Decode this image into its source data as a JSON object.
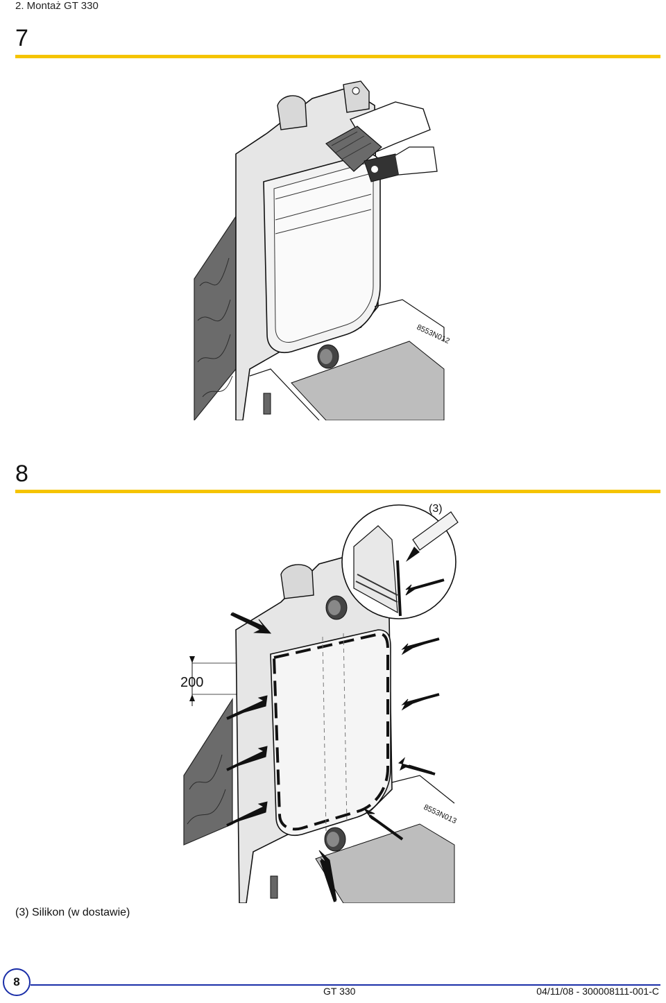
{
  "header": {
    "section_title": "2. Montaż GT 330"
  },
  "step7": {
    "number": "7",
    "figure_code": "8553N012"
  },
  "step8": {
    "number": "8",
    "callout": "(3)",
    "dimension": "200",
    "figure_code": "8553N013"
  },
  "caption": "(3) Silikon (w dostawie)",
  "footer": {
    "page_number": "8",
    "product": "GT 330",
    "doc_ref": "04/11/08 - 300008111-001-C"
  },
  "colors": {
    "accent_rule": "#f5c400",
    "footer_blue": "#1a2ea8"
  }
}
